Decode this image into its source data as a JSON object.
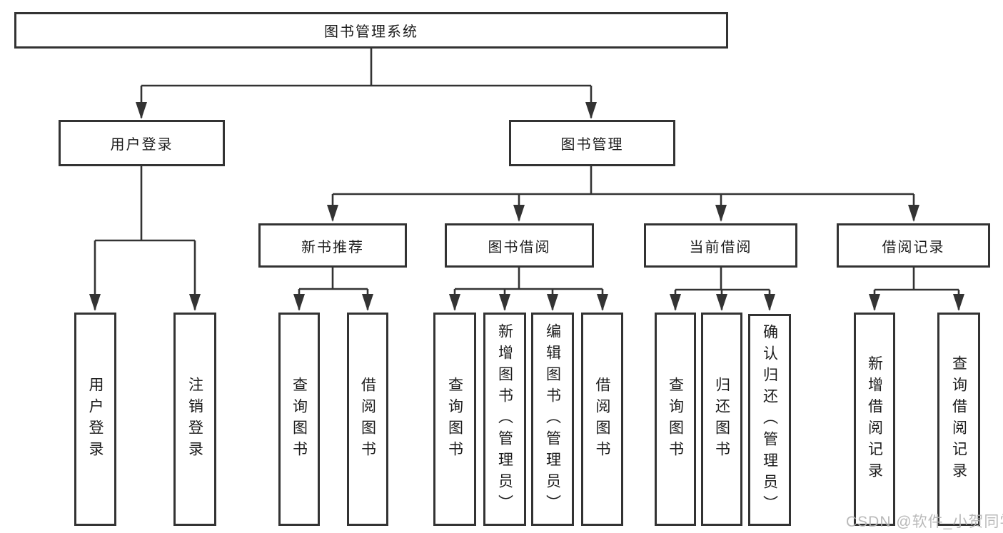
{
  "diagram": {
    "type": "hierarchy-diagram",
    "title": "图书管理系统",
    "watermark": "CSDN @软件_小贺同学",
    "colors": {
      "background": "#ffffff",
      "line": "#333333",
      "box_border": "#333333",
      "text": "#1c1c1c",
      "watermark": "#b4b4b4"
    },
    "nodes": {
      "root": {
        "label": "图书管理系统"
      },
      "user_login": {
        "label": "用户登录"
      },
      "book_mgmt": {
        "label": "图书管理"
      },
      "new_rec": {
        "label": "新书推荐"
      },
      "borrowing": {
        "label": "图书借阅"
      },
      "current": {
        "label": "当前借阅"
      },
      "records": {
        "label": "借阅记录"
      },
      "ul_login": {
        "label": "用户登录"
      },
      "ul_logout": {
        "label": "注销登录"
      },
      "nr_query": {
        "label": "查询图书"
      },
      "nr_borrow": {
        "label": "借阅图书"
      },
      "bb_query": {
        "label": "查询图书"
      },
      "bb_add": {
        "label": "新增图书（管理员）"
      },
      "bb_edit": {
        "label": "编辑图书（管理员）"
      },
      "bb_borrow": {
        "label": "借阅图书"
      },
      "cb_query": {
        "label": "查询图书"
      },
      "cb_return": {
        "label": "归还图书"
      },
      "cb_confirm": {
        "label": "确认归还（管理员）"
      },
      "br_add": {
        "label": "新增借阅记录"
      },
      "br_query": {
        "label": "查询借阅记录"
      }
    },
    "hierarchy": {
      "图书管理系统": [
        "用户登录",
        "图书管理"
      ],
      "用户登录": [
        "用户登录",
        "注销登录"
      ],
      "图书管理": [
        "新书推荐",
        "图书借阅",
        "当前借阅",
        "借阅记录"
      ],
      "新书推荐": [
        "查询图书",
        "借阅图书"
      ],
      "图书借阅": [
        "查询图书",
        "新增图书（管理员）",
        "编辑图书（管理员）",
        "借阅图书"
      ],
      "当前借阅": [
        "查询图书",
        "归还图书",
        "确认归还（管理员）"
      ],
      "借阅记录": [
        "新增借阅记录",
        "查询借阅记录"
      ]
    }
  }
}
